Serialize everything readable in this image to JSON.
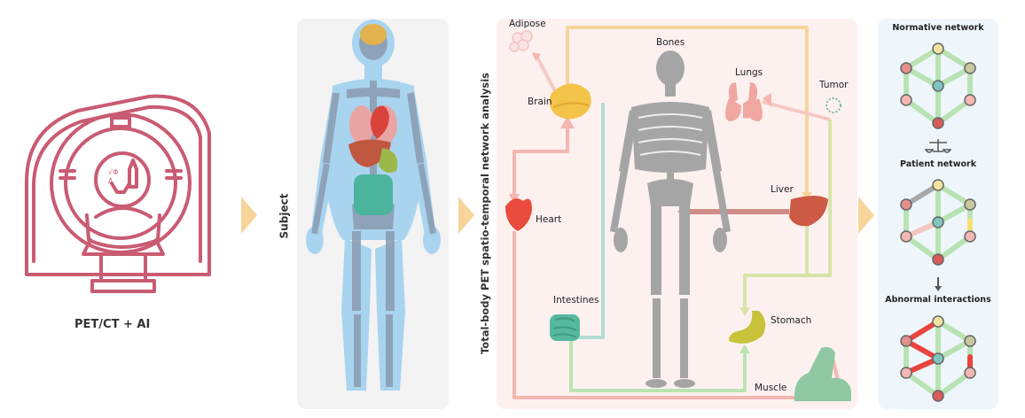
{
  "scanner": {
    "label": "PET/CT + AI"
  },
  "subject": {
    "label": "Subject"
  },
  "analysis": {
    "vertical_label": "Total-body PET spatio-temporal network analysis",
    "organs": {
      "adipose": "Adipose",
      "bones": "Bones",
      "lungs": "Lungs",
      "tumor": "Tumor",
      "brain": "Brain",
      "heart": "Heart",
      "liver": "Liver",
      "intestines": "Intestines",
      "stomach": "Stomach",
      "muscle": "Muscle"
    }
  },
  "networks": {
    "normative": "Normative network",
    "patient": "Patient network",
    "abnormal": "Abnormal interactions"
  },
  "colors": {
    "scanner": "#c95b72",
    "arrow": "#f6d49a",
    "panel_subject": "#f3f3f3",
    "panel_analysis": "#fdf1f0",
    "panel_networks": "#eef6fc",
    "edge_normal": "#b9e3b2",
    "edge_abnormal": "#e8453c"
  }
}
